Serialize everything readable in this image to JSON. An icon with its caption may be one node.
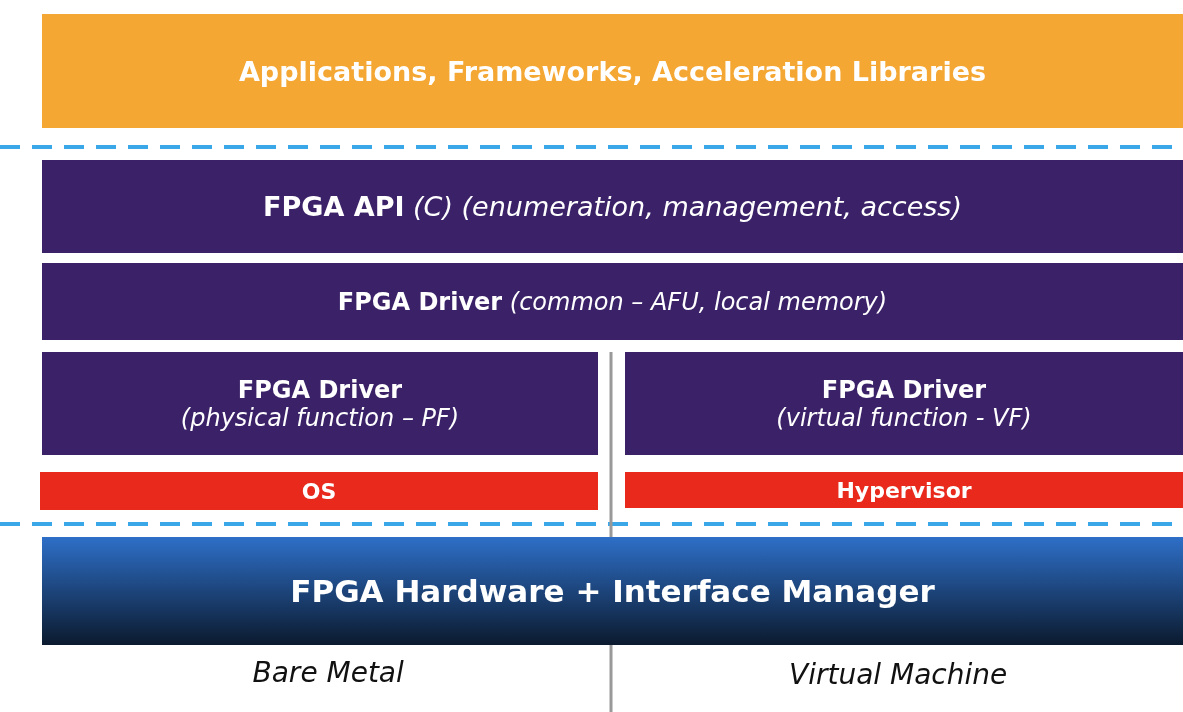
{
  "diagram": {
    "nodes": [
      {
        "text": [
          "Applications, Frameworks, Acceleration Libraries"
        ]
      },
      {
        "text": [
          "**FPGA API** *(C) (enumeration, management, access)*"
        ]
      },
      {
        "text": [
          "**FPGA Driver** *(common – AFU, local memory)*"
        ]
      },
      {
        "text": [
          "FPGA Driver",
          "(physical function – PF)"
        ]
      },
      {
        "text": [
          "FPGA Driver",
          "(virtual function - VF)"
        ]
      },
      {
        "text": [
          "OS"
        ]
      },
      {
        "text": [
          "Hypervisor"
        ]
      },
      {
        "text": [
          "FPGA Hardware + Interface Manager"
        ]
      }
    ],
    "labels": [
      "Bare Metal",
      "Virtual Machine"
    ]
  }
}
